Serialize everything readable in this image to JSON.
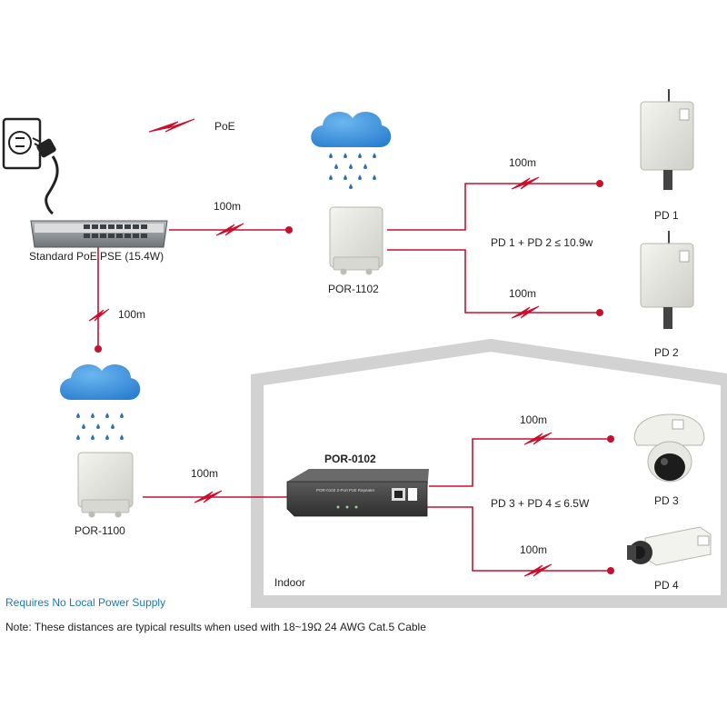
{
  "legend": {
    "poe_label": "PoE"
  },
  "devices": {
    "pse": "Standard PoE PSE (15.4W)",
    "por1102": "POR-1102",
    "por1100": "POR-1100",
    "por0102": "POR-0102",
    "por0102_face": "POR-0102  2-Port PoE Repeater",
    "pd1": "PD 1",
    "pd2": "PD 2",
    "pd3": "PD 3",
    "pd4": "PD 4"
  },
  "links": {
    "pse_to_por1102": "100m",
    "pse_to_por1100": "100m",
    "por1102_to_pd1": "100m",
    "por1102_to_pd2": "100m",
    "por1100_to_por0102": "100m",
    "por0102_to_pd3": "100m",
    "por0102_to_pd4": "100m"
  },
  "power_budgets": {
    "pd1_pd2": "PD 1 + PD 2 ≤ 10.9w",
    "pd3_pd4": "PD 3 + PD 4 ≤ 6.5W"
  },
  "zone": {
    "indoor": "Indoor"
  },
  "footer": {
    "requirement": "Requires No Local Power Supply",
    "note": "Note: These distances are typical results when used with 18~19Ω 24 AWG Cat.5 Cable"
  },
  "colors": {
    "cable": "#c8102e",
    "cloud": "#3a8fd8",
    "rain": "#2d6fb5",
    "house": "#cfcfcf",
    "note_blue": "#1f78b4"
  }
}
